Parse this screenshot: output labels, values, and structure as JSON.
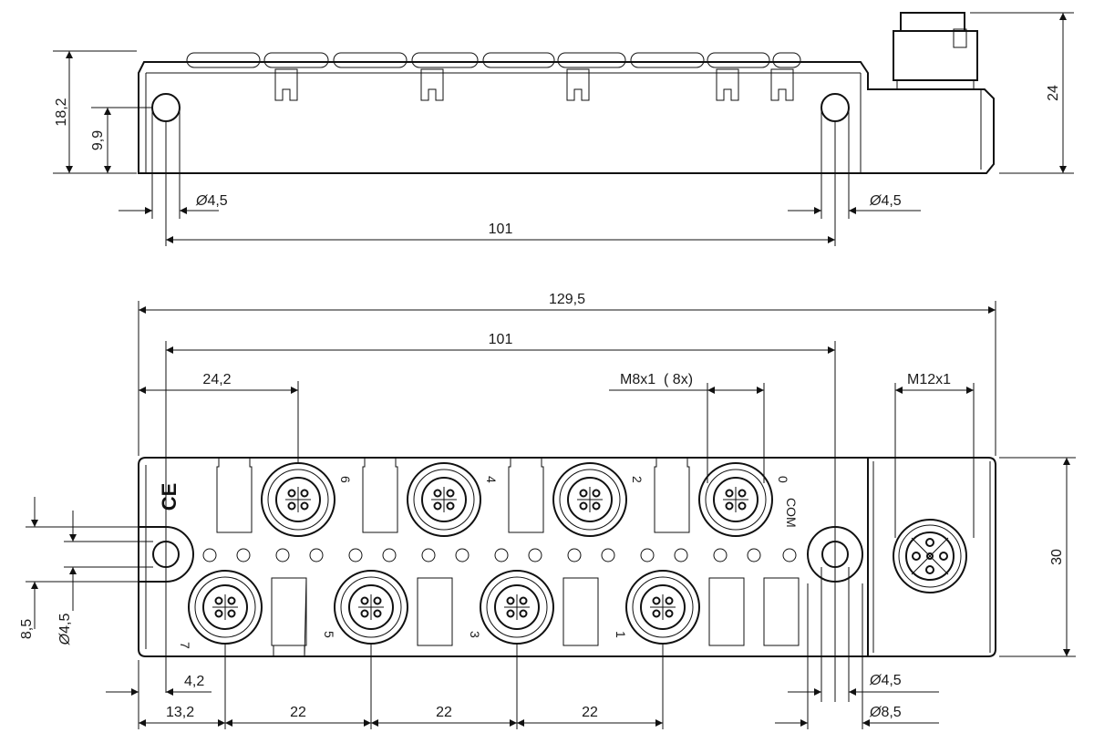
{
  "side_view": {
    "dims": {
      "height_body": "18,2",
      "height_hole": "9,9",
      "height_total": "24",
      "hole_left": "4,5",
      "hole_right": "4,5",
      "hole_pitch": "101"
    }
  },
  "top_view": {
    "dims": {
      "overall_length": "129,5",
      "hole_pitch": "101",
      "first_port_offset": "24,2",
      "m8_thread": "M8x1  ( 8x)",
      "m12_thread": "M12x1",
      "width": "30",
      "hole_width": "8,5",
      "hole_dia": "4,5",
      "hole_edge": "4,2",
      "port_offset": "13,2",
      "port_pitch_1": "22",
      "port_pitch_2": "22",
      "port_pitch_3": "22",
      "right_hole_dia": "4,5",
      "right_hole_outer": "8,5"
    },
    "ports_top": [
      "6",
      "4",
      "2",
      "0"
    ],
    "ports_bottom": [
      "7",
      "5",
      "3",
      "1"
    ],
    "com_label": "COM",
    "ce_mark": "CE"
  },
  "diameter_symbol": "Ø"
}
